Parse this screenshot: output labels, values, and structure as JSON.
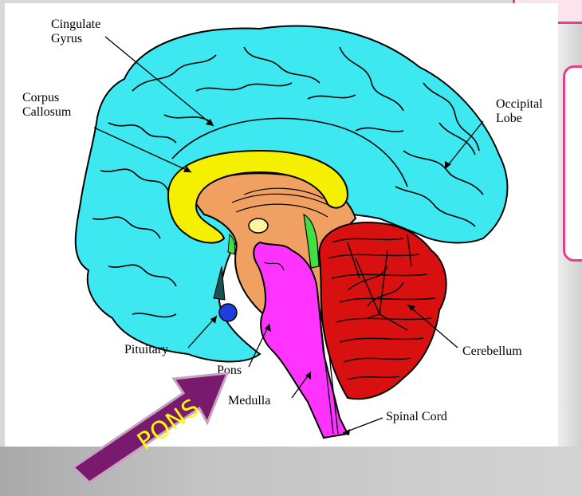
{
  "labels": {
    "cingulate_gyrus": "Cingulate\nGyrus",
    "corpus_callosum": "Corpus\nCallosum",
    "occipital_lobe": "Occipital\nLobe",
    "pituitary": "Pituitary",
    "pons": "Pons",
    "medulla": "Medulla",
    "cerebellum": "Cerebellum",
    "spinal_cord": "Spinal Cord"
  },
  "callout": {
    "text": "PONS",
    "fill": "#7a1a6e",
    "text_color": "#ffff00"
  },
  "colors": {
    "cerebrum": "#3ee8f0",
    "corpus_callosum": "#f5f000",
    "midbrain": "#f0a060",
    "brainstem": "#ff33ff",
    "cerebellum": "#d81010",
    "pituitary": "#1e3ddc",
    "accent_pink": "#ea3d8c"
  }
}
